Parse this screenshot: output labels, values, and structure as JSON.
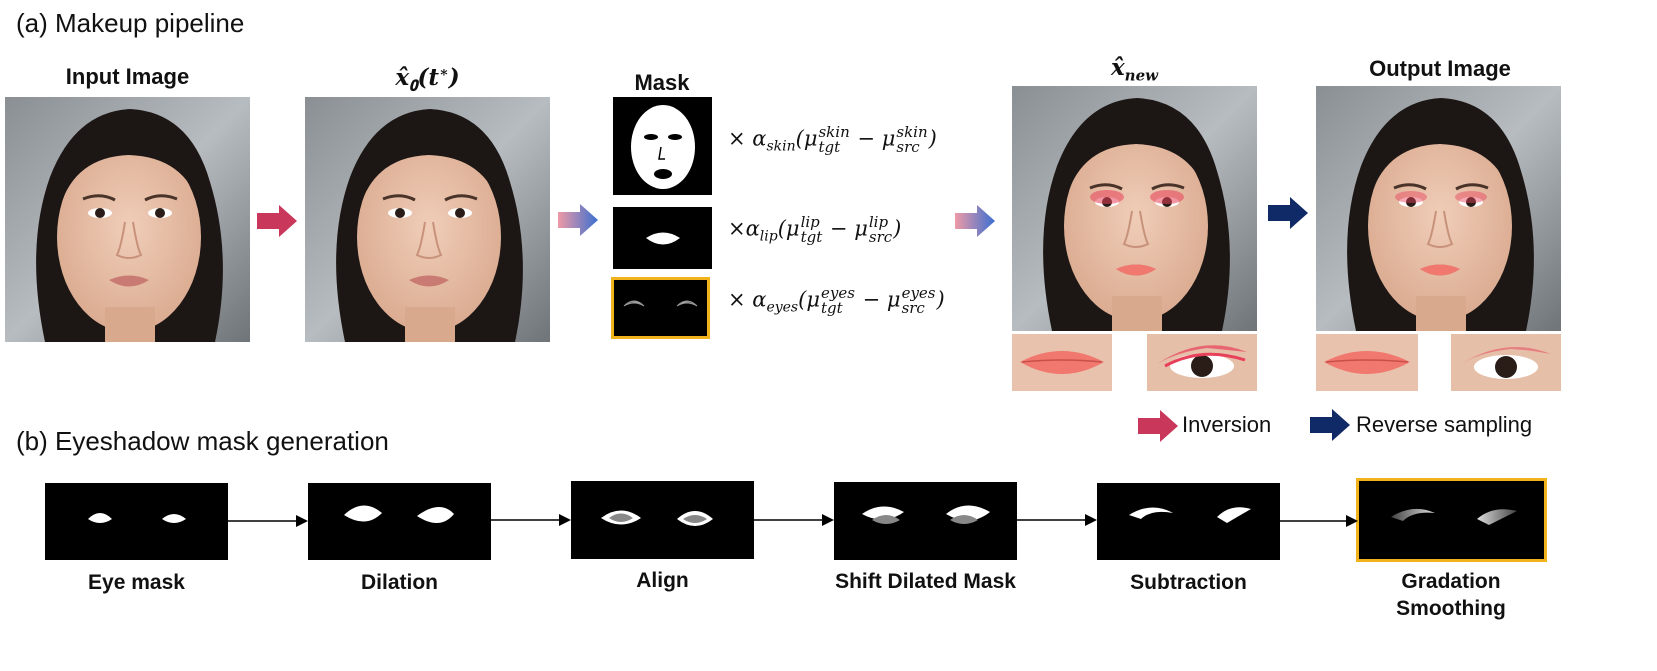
{
  "sections": {
    "a_title": "(a) Makeup pipeline",
    "b_title": "(b) Eyeshadow mask generation"
  },
  "pipeline": {
    "input_title": "Input Image",
    "x0_title": "x̂₀(t*)",
    "mask_title": "Mask",
    "xnew_title": "x̂_new",
    "output_title": "Output Image"
  },
  "formulas": [
    {
      "prefix": "× α",
      "sub": "skin",
      "sup_tgt": "skin",
      "sup_src": "skin"
    },
    {
      "prefix": "×α",
      "sub": "lip",
      "sup_tgt": "lip",
      "sup_src": "lip"
    },
    {
      "prefix": "× α",
      "sub": "eyes",
      "sup_tgt": "eyes",
      "sup_src": "eyes"
    }
  ],
  "formula_text": {
    "mu": "μ",
    "tgt": "tgt",
    "src": "src",
    "minus": "−",
    "open": "(",
    "close": ")"
  },
  "legend": {
    "inversion": "Inversion",
    "reverse": "Reverse sampling"
  },
  "steps": [
    "Eye mask",
    "Dilation",
    "Align",
    "Shift Dilated Mask",
    "Subtraction",
    "Gradation Smoothing"
  ],
  "colors": {
    "inversion_arrow": "#c9385a",
    "reverse_arrow": "#0f2a66",
    "highlight_border": "#f2b21b",
    "gradient_arrow_start": "#e8828f",
    "gradient_arrow_end": "#3a6fd1",
    "lip_makeup": "#f0786e",
    "eye_makeup": "#e8405a"
  }
}
